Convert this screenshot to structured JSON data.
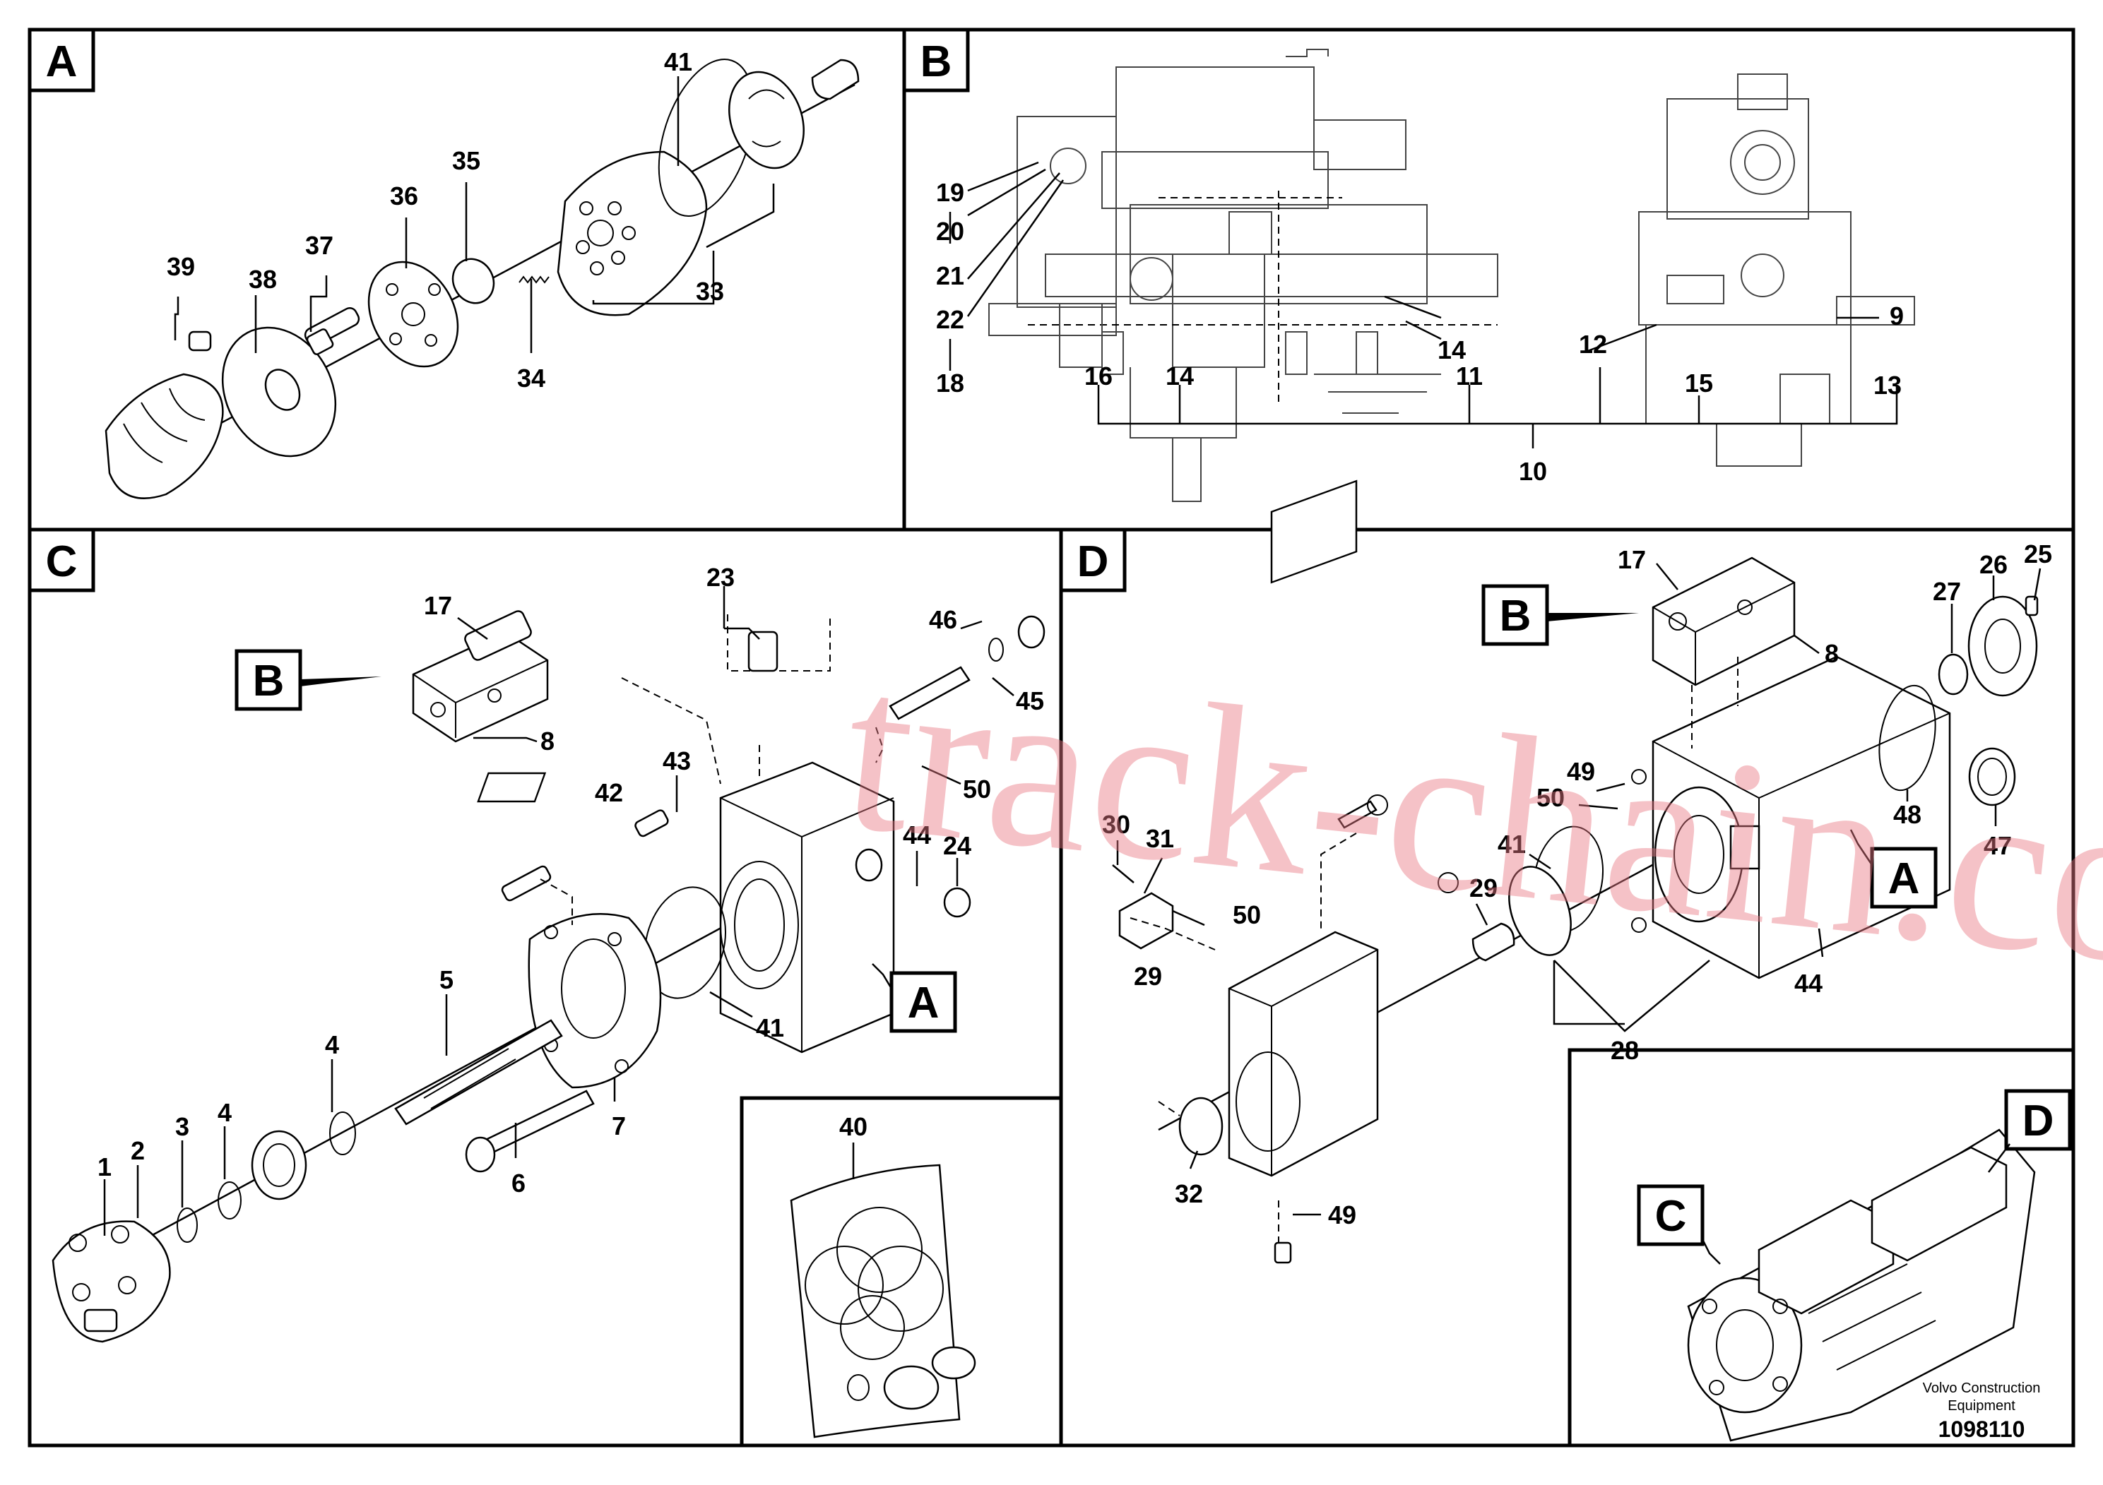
{
  "panels": {
    "A": {
      "tag": "A",
      "labels": [
        "41",
        "35",
        "36",
        "37",
        "39",
        "38",
        "33",
        "34"
      ]
    },
    "B": {
      "tag": "B",
      "labels": [
        "19",
        "20",
        "21",
        "22",
        "18",
        "16",
        "14",
        "14",
        "11",
        "12",
        "15",
        "13",
        "9",
        "10"
      ]
    },
    "C": {
      "tag": "C",
      "labels": [
        "17",
        "B",
        "8",
        "23",
        "46",
        "45",
        "50",
        "43",
        "42",
        "44",
        "24",
        "41",
        "A",
        "5",
        "4",
        "4",
        "3",
        "2",
        "1",
        "6",
        "7",
        "40"
      ]
    },
    "D": {
      "tag": "D",
      "labels": [
        "17",
        "B",
        "8",
        "25",
        "26",
        "27",
        "48",
        "47",
        "49",
        "50",
        "41",
        "29",
        "30",
        "31",
        "50",
        "29",
        "28",
        "44",
        "A",
        "32",
        "49"
      ]
    },
    "overview": {
      "labels": [
        "C",
        "D"
      ]
    }
  },
  "watermark": "track-chain.com",
  "brand": {
    "line1": "Volvo Construction",
    "line2": "Equipment",
    "doc_number": "1098110"
  }
}
